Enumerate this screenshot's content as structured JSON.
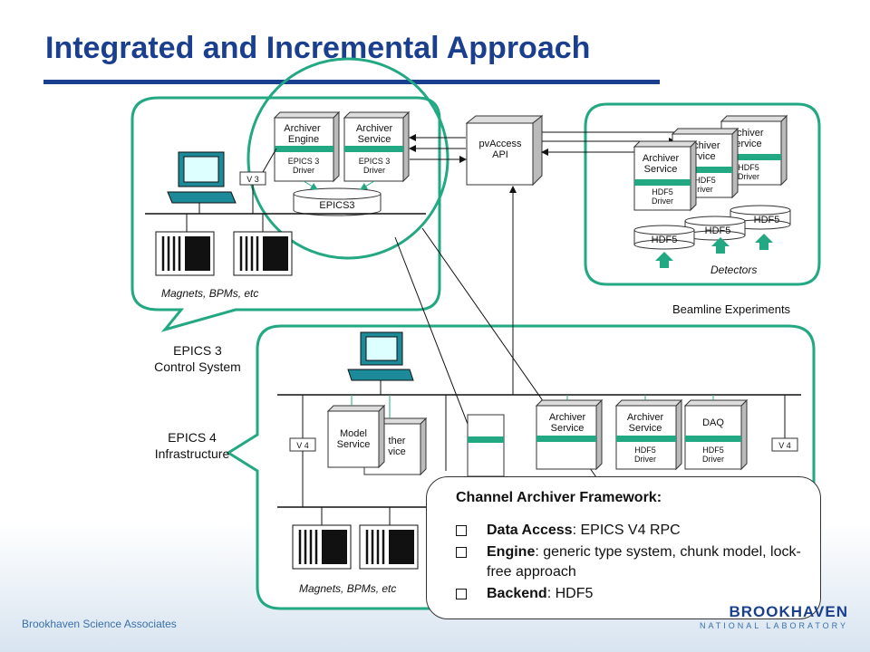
{
  "slide": {
    "title": "Integrated  and Incremental Approach"
  },
  "colors": {
    "accent_green": "#22a882",
    "title_blue": "#1b3f8f"
  },
  "diagram": {
    "archiver_engine": "Archiver\nEngine",
    "archiver_service": "Archiver\nService",
    "epics3_driver": "EPICS 3\nDriver",
    "epics3_db": "EPICS3",
    "v3": "V 3",
    "v4": "V 4",
    "pvaccess_api": "pvAccess\nAPI",
    "archiver_label": "Archiver",
    "service_label": "Service",
    "hdf5": "HDF5",
    "hdf5_driver": "HDF5\nDriver",
    "model_service": "Model\nService",
    "other_service": "Other\nService",
    "daq": "DAQ",
    "detectors": "Detectors",
    "beamline_experiments": "Beamline Experiments",
    "magnets_bpms": "Magnets, BPMs, etc",
    "epics3_control": "EPICS 3\nControl System",
    "epics4_infra": "EPICS 4\nInfrastructure",
    "v4_short": "4"
  },
  "callout": {
    "title": "Channel Archiver Framework:",
    "items": [
      {
        "key": "Data Access",
        "text": ": EPICS V4 RPC"
      },
      {
        "key": "Engine",
        "text": ": generic type system, chunk model, lock-free approach"
      },
      {
        "key": "Backend",
        "text": ": HDF5"
      }
    ]
  },
  "footer": {
    "left": "Brookhaven Science Associates",
    "right_brand": "BROOKHAVEN",
    "right_sub": "NATIONAL LABORATORY"
  }
}
